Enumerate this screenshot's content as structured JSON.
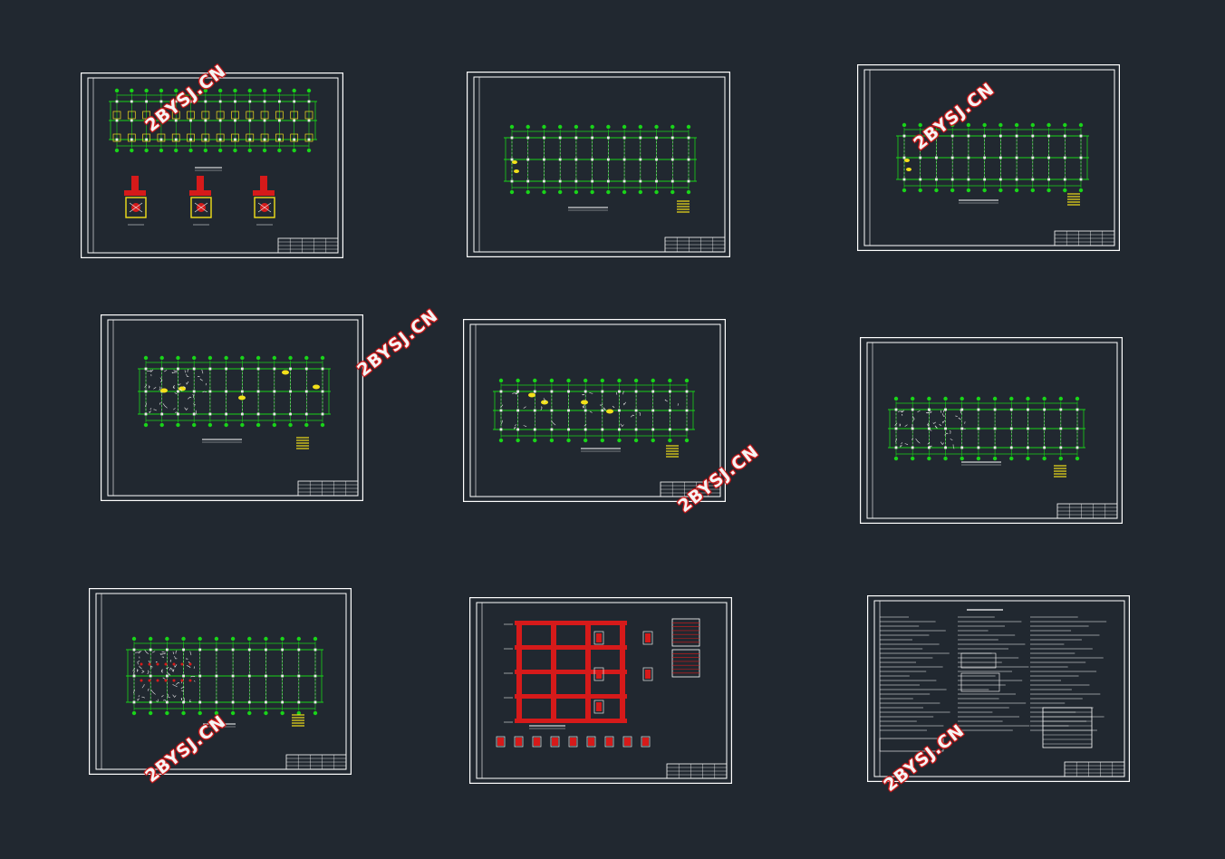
{
  "viewer": {
    "background": "#212830",
    "sheet_count": 9
  },
  "colors": {
    "frame": "#ffffff",
    "axis": "#19d419",
    "column": "#e8e8e8",
    "highlight": "#f2e01a",
    "rebar": "#d61a1a",
    "watermark_fill": "#f4f4f4",
    "watermark_outline": "#e02020"
  },
  "sheets": [
    {
      "id": "sheet-1",
      "kind": "foundation-plan-with-details"
    },
    {
      "id": "sheet-2",
      "kind": "floor-plan"
    },
    {
      "id": "sheet-3",
      "kind": "floor-plan"
    },
    {
      "id": "sheet-4",
      "kind": "floor-plan-annotated"
    },
    {
      "id": "sheet-5",
      "kind": "floor-plan-annotated"
    },
    {
      "id": "sheet-6",
      "kind": "floor-plan-annotated"
    },
    {
      "id": "sheet-7",
      "kind": "floor-plan-annotated"
    },
    {
      "id": "sheet-8",
      "kind": "frame-elevation-sections"
    },
    {
      "id": "sheet-9",
      "kind": "general-notes"
    }
  ],
  "watermarks": [
    {
      "id": "wm-1",
      "text": "2BYSJ.CN"
    },
    {
      "id": "wm-2",
      "text": "2BYSJ.CN"
    },
    {
      "id": "wm-3",
      "text": "2BYSJ.CN"
    },
    {
      "id": "wm-4",
      "text": "2BYSJ.CN"
    },
    {
      "id": "wm-5",
      "text": "2BYSJ.CN"
    },
    {
      "id": "wm-6",
      "text": "2BYSJ.CN"
    }
  ]
}
